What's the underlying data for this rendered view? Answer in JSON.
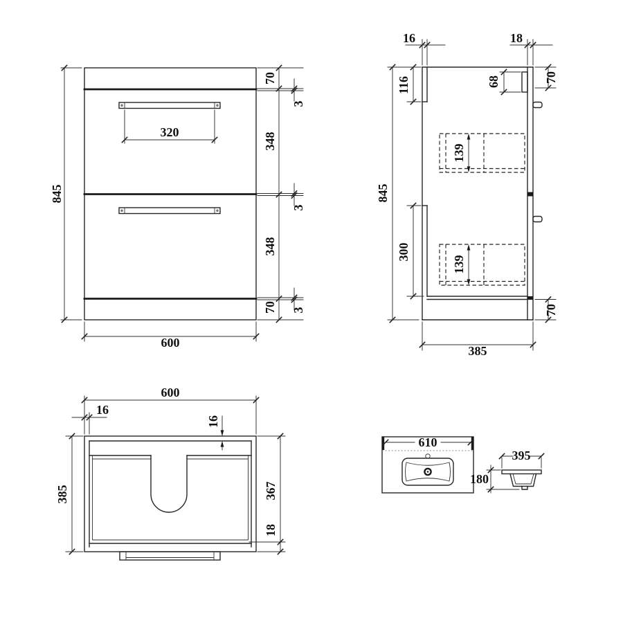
{
  "meta": {
    "description": "Technical dimension drawing of a two-drawer floor-standing vanity unit with basin",
    "background_color": "#ffffff",
    "ink_color": "#262626"
  },
  "views": {
    "front": {
      "overall_height": "845",
      "overall_width": "600",
      "handle_width": "320",
      "top_rail": "70",
      "gap_top": "3",
      "drawer1": "348",
      "gap_mid": "3",
      "drawer2": "348",
      "gap_bottom": "3",
      "bottom_rail": "70"
    },
    "side": {
      "overall_height": "845",
      "depth": "385",
      "back_panel": "16",
      "front_panel": "18",
      "back_rail": "116",
      "front_rail": "68",
      "top_rail": "70",
      "drawer1_box": "139",
      "drawer2_box": "139",
      "back_opening": "300",
      "plinth": "70"
    },
    "plan": {
      "width": "600",
      "depth": "385",
      "side_wall": "16",
      "back_panel": "16",
      "internal_depth": "367",
      "front_panel": "18"
    },
    "basin_top": {
      "width": "610"
    },
    "basin_side": {
      "depth": "395",
      "height": "180"
    }
  }
}
